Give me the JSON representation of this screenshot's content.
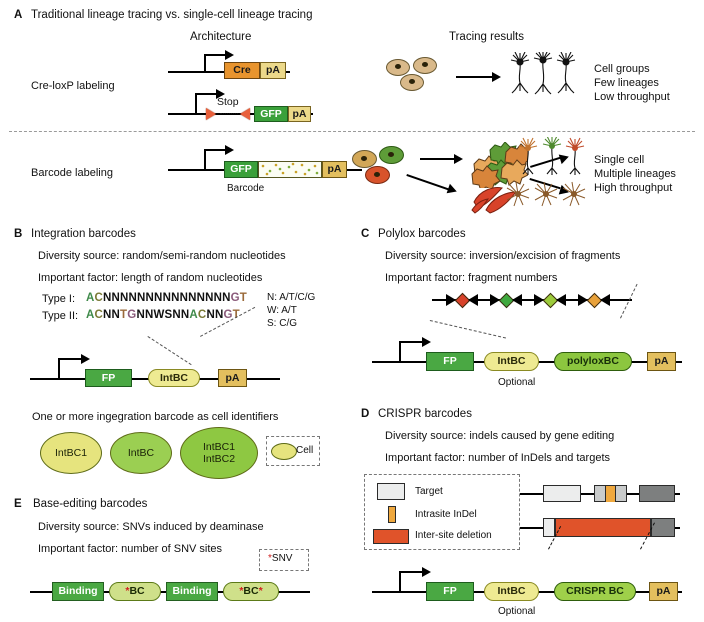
{
  "figure": {
    "panels": {
      "A": {
        "letter": "A",
        "title": "Traditional lineage tracing vs. single-cell lineage tracing",
        "col_headers": {
          "architecture": "Architecture",
          "results": "Tracing results"
        },
        "rows": [
          {
            "row_label": "Cre-loxP labeling",
            "constructs": [
              {
                "elements": [
                  "Cre",
                  "pA"
                ]
              },
              {
                "elements": [
                  "Stop",
                  "GFP",
                  "pA"
                ]
              }
            ],
            "outcome_lines": [
              "Cell groups",
              "Few lineages",
              "Low throughput"
            ]
          },
          {
            "row_label": "Barcode labeling",
            "constructs": [
              {
                "elements": [
                  "GFP",
                  "pA"
                ],
                "caption": "Barcode"
              }
            ],
            "outcome_lines": [
              "Single cell",
              "Multiple lineages",
              "High throughput"
            ]
          }
        ]
      },
      "B": {
        "letter": "B",
        "title": "Integration barcodes",
        "diversity_source": "Diversity source: random/semi-random nucleotides",
        "important_factor": "Important factor: length of random nucleotides",
        "types": [
          {
            "label": "Type I:",
            "sequence": "ACNNNNNNNNNNNNNNNGT"
          },
          {
            "label": "Type II:",
            "sequence": "ACNNTGNNWSNNACNNGT"
          }
        ],
        "code_legend": [
          "N: A/T/C/G",
          "W: A/T",
          "S: C/G"
        ],
        "construct": {
          "elements": [
            "FP",
            "IntBC",
            "pA"
          ]
        },
        "caption": "One or more ingegration barcode as cell identifiers",
        "cells": [
          "IntBC1",
          "IntBC",
          "IntBC1\nIntBC2"
        ],
        "cells_display": [
          "IntBC1",
          "IntBC",
          [
            "IntBC1",
            "IntBC2"
          ]
        ],
        "cell_legend": "Cell"
      },
      "C": {
        "letter": "C",
        "title": "Polylox barcodes",
        "diversity_source": "Diversity source: inversion/excision of fragments",
        "important_factor": "Important factor: fragment numbers",
        "cassette_segments": [
          {
            "type": "arrow-right"
          },
          {
            "type": "diamond",
            "color": "#d8422a"
          },
          {
            "type": "arrow-left"
          },
          {
            "type": "arrow-right"
          },
          {
            "type": "diamond",
            "color": "#3fa93f"
          },
          {
            "type": "arrow-left"
          },
          {
            "type": "arrow-right"
          },
          {
            "type": "diamond",
            "color": "#9ccb3c"
          },
          {
            "type": "arrow-left"
          },
          {
            "type": "arrow-right"
          },
          {
            "type": "diamond",
            "color": "#e8a13a"
          },
          {
            "type": "arrow-left"
          }
        ],
        "construct": {
          "elements": [
            "FP",
            "IntBC",
            "polyloxBC",
            "pA"
          ],
          "optional_label": "Optional"
        }
      },
      "D": {
        "letter": "D",
        "title": "CRISPR barcodes",
        "diversity_source": "Diversity source: indels caused by gene editing",
        "important_factor": "Important factor: number of InDels and targets",
        "legend": [
          {
            "label": "Target",
            "color": "#eceded"
          },
          {
            "label": "Intrasite InDel",
            "color": "#efa83e"
          },
          {
            "label": "Inter-site deletion",
            "color": "#e0532a"
          }
        ],
        "construct": {
          "elements": [
            "FP",
            "IntBC",
            "CRISPR BC",
            "pA"
          ],
          "optional_label": "Optional"
        }
      },
      "E": {
        "letter": "E",
        "title": "Base-editing barcodes",
        "diversity_source": "Diversity source: SNVs induced by deaminase",
        "important_factor": "Important factor: number of SNV sites",
        "snv_legend": "*SNV",
        "construct": {
          "elements": [
            "Binding",
            "*BC",
            "Binding",
            "*BC*"
          ]
        }
      }
    },
    "colors": {
      "cre_orange": "#e8942e",
      "gfp_green": "#3aa03a",
      "fp_green": "#4aa843",
      "pa_yellow": "#ecd98a",
      "intbc_yellow": "#eeea92",
      "polylox_green": "#8cc63f",
      "loxp_red": "#e8603c",
      "indel_orange": "#efa83e",
      "deletion_red": "#e0532a",
      "snv_red": "#d02020"
    }
  }
}
